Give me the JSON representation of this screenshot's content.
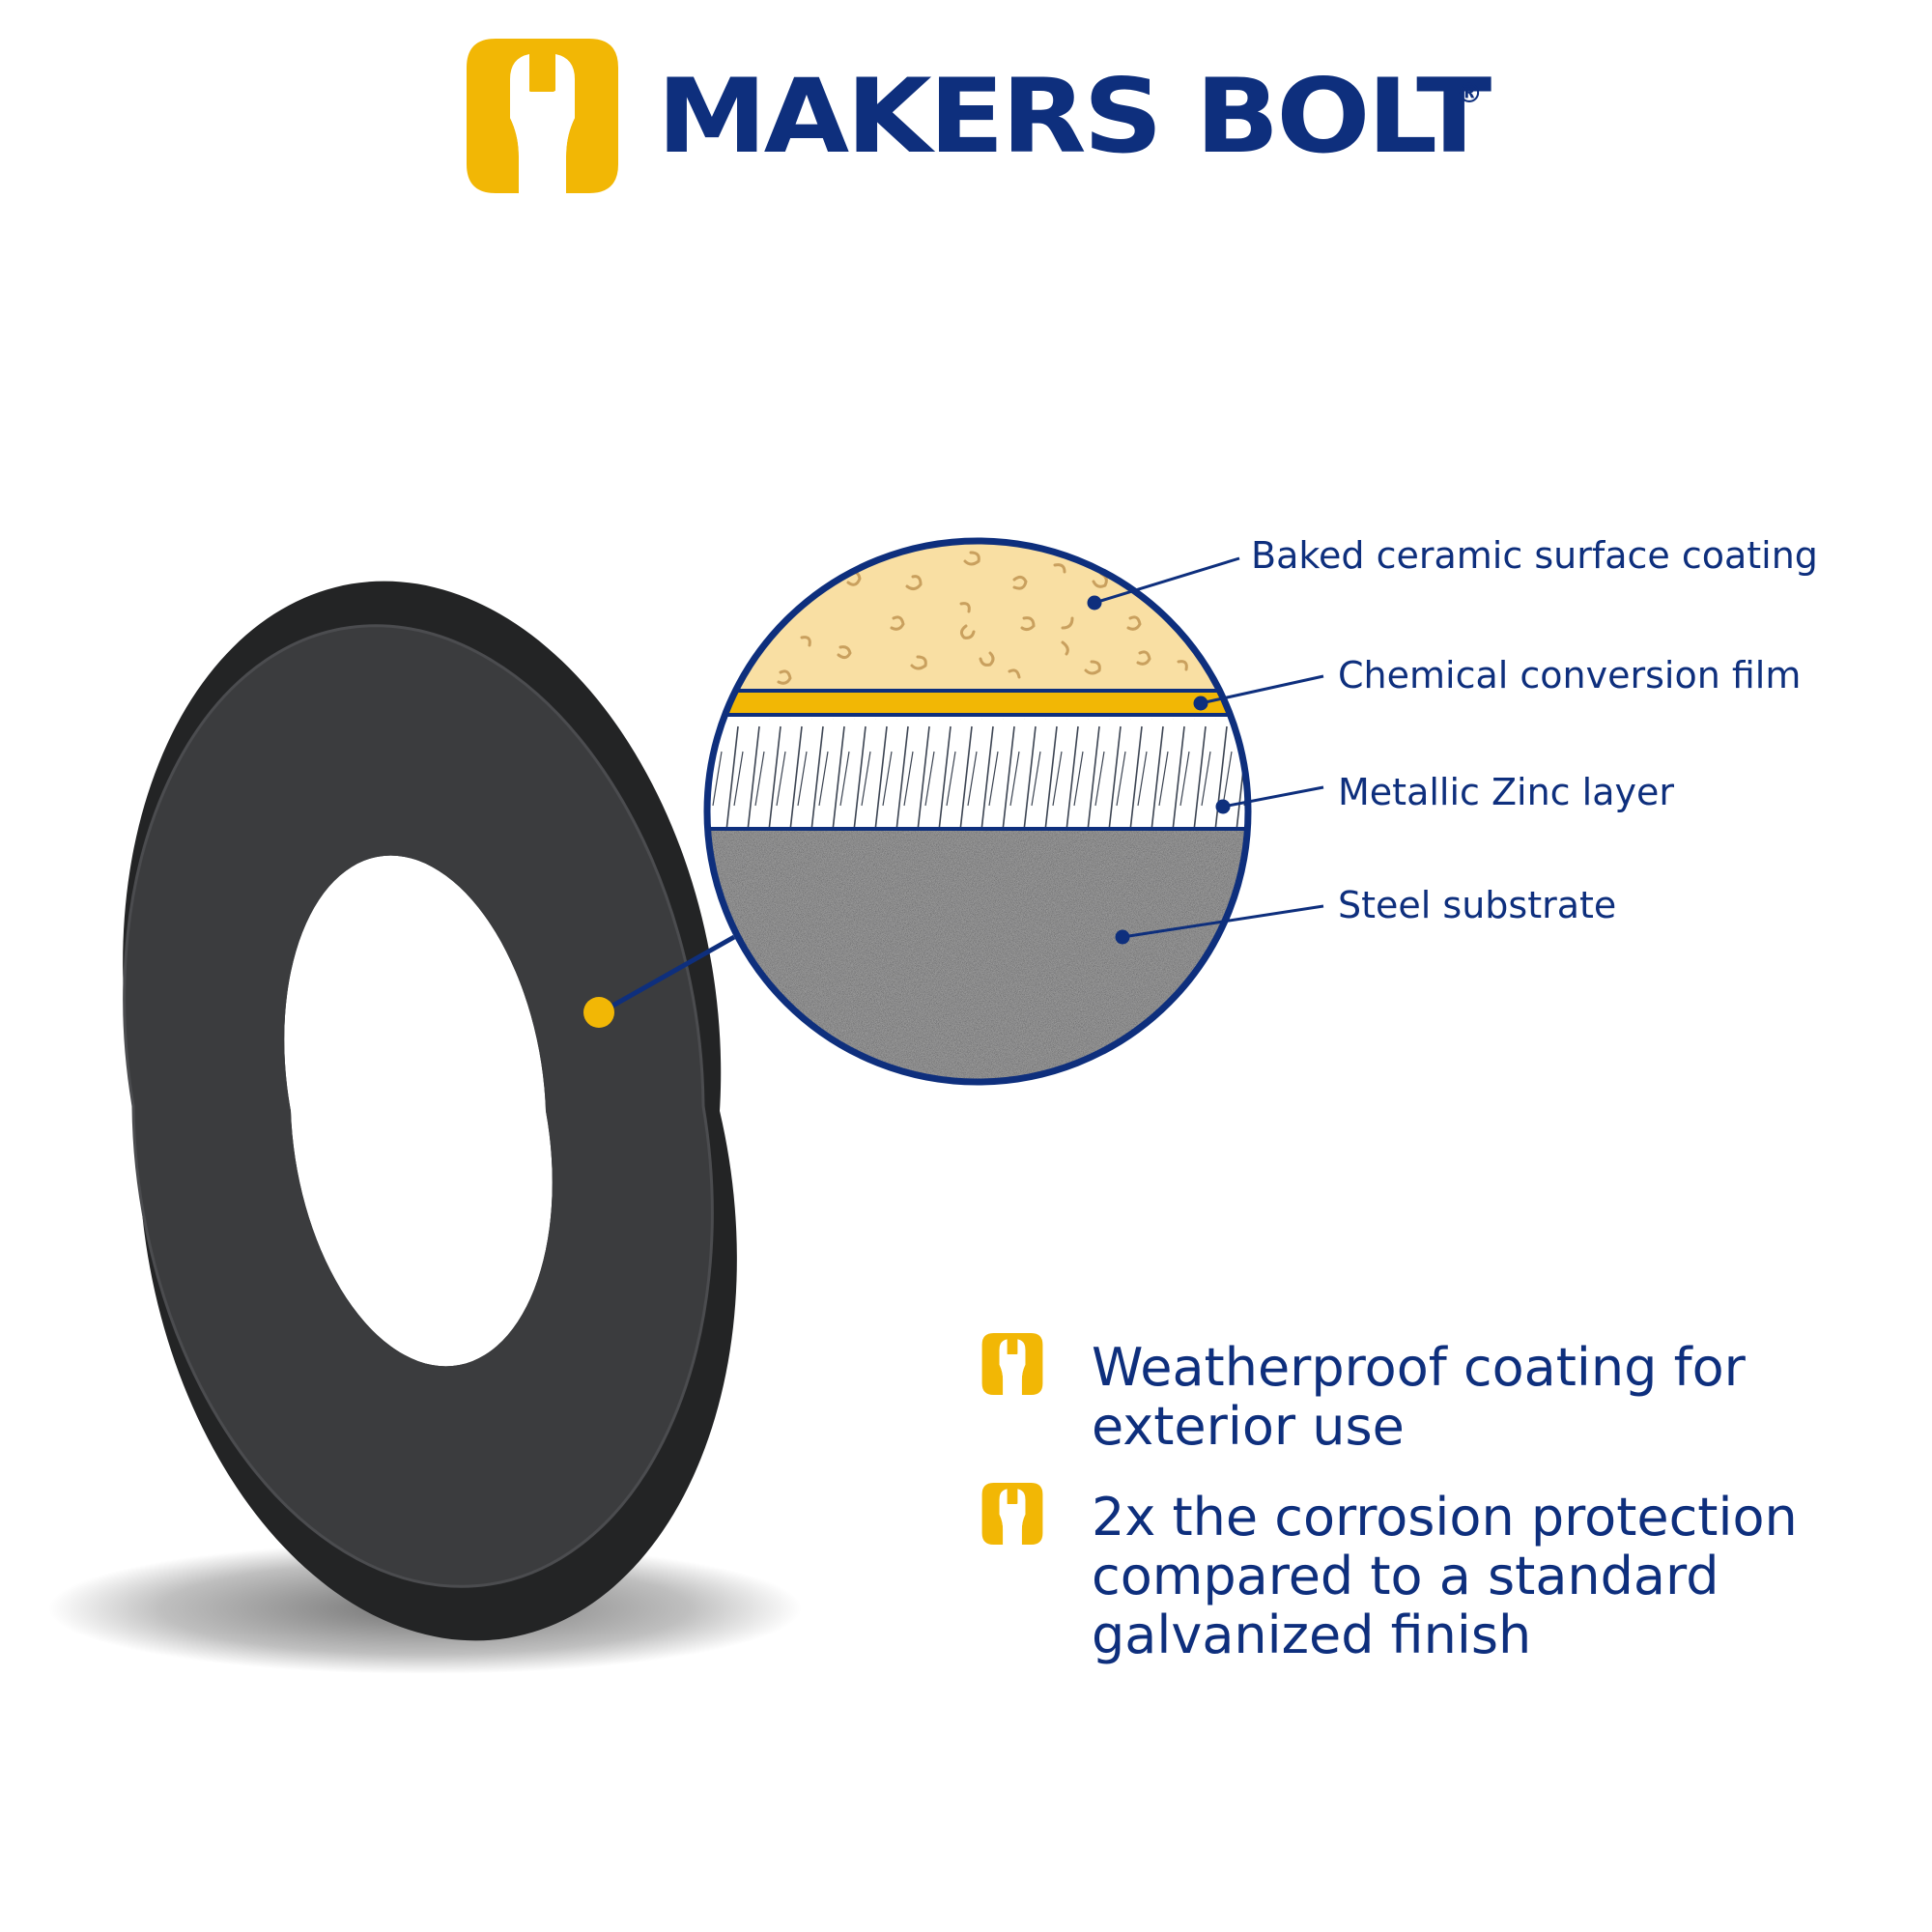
{
  "brand": {
    "name": "MAKERS BOLT",
    "registered_mark": "®",
    "logo_icon": "wrench-shield-icon",
    "colors": {
      "navy": "#0e2f7d",
      "gold": "#f2b705"
    }
  },
  "product": {
    "icon": "washer-icon"
  },
  "layers": [
    {
      "label": "Baked ceramic surface coating",
      "color": "#f9dfa3"
    },
    {
      "label": "Chemical conversion film",
      "color": "#f2b705"
    },
    {
      "label": "Metallic Zinc layer",
      "color": "#ffffff"
    },
    {
      "label": "Steel substrate",
      "color": "#9a9a9a"
    }
  ],
  "features": [
    {
      "icon": "wrench-shield-icon",
      "text": "Weatherproof coating for exterior use"
    },
    {
      "icon": "wrench-shield-icon",
      "text": "2x the corrosion protection compared to a standard galvanized finish"
    }
  ]
}
